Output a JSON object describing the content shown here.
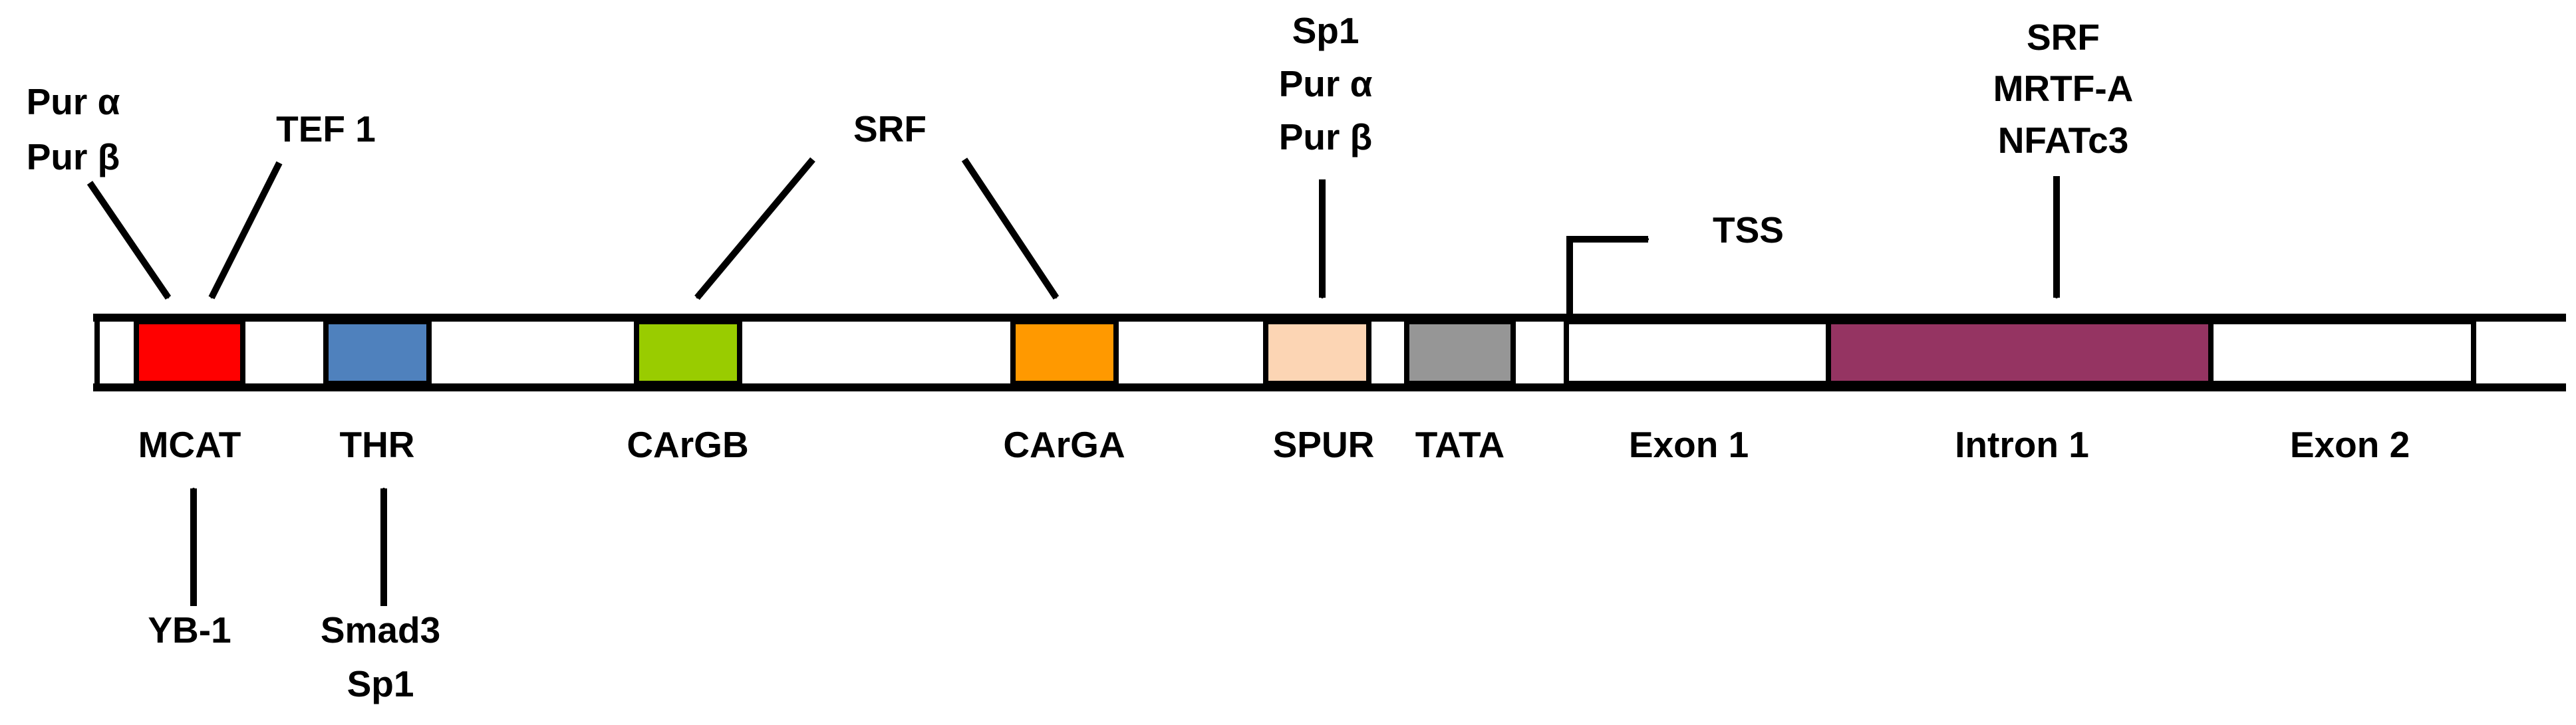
{
  "colors": {
    "mcat": "#ff0000",
    "thr": "#4f81bd",
    "cargb": "#99cc00",
    "carga": "#ff9900",
    "spur": "#fcd5b4",
    "tata": "#969696",
    "exon1": "#ffffff",
    "intron1": "#953462",
    "exon2": "#ffffff",
    "line": "#000000"
  },
  "elements": {
    "mcat": "MCAT",
    "thr": "THR",
    "cargb": "CArGB",
    "carga": "CArGA",
    "spur": "SPUR",
    "tata": "TATA",
    "exon1": "Exon 1",
    "intron1": "Intron 1",
    "exon2": "Exon 2"
  },
  "factors": {
    "pur_alpha": "Pur α",
    "pur_beta": "Pur β",
    "tef1": "TEF 1",
    "srf_cargs": "SRF",
    "sp1_spur": "Sp1",
    "pur_alpha_spur": "Pur α",
    "pur_beta_spur": "Pur β",
    "tss": "TSS",
    "srf_intron": "SRF",
    "mrtfa": "MRTF-A",
    "nfatc3": "NFATc3",
    "yb1": "YB-1",
    "smad3": "Smad3",
    "sp1_thr": "Sp1"
  }
}
